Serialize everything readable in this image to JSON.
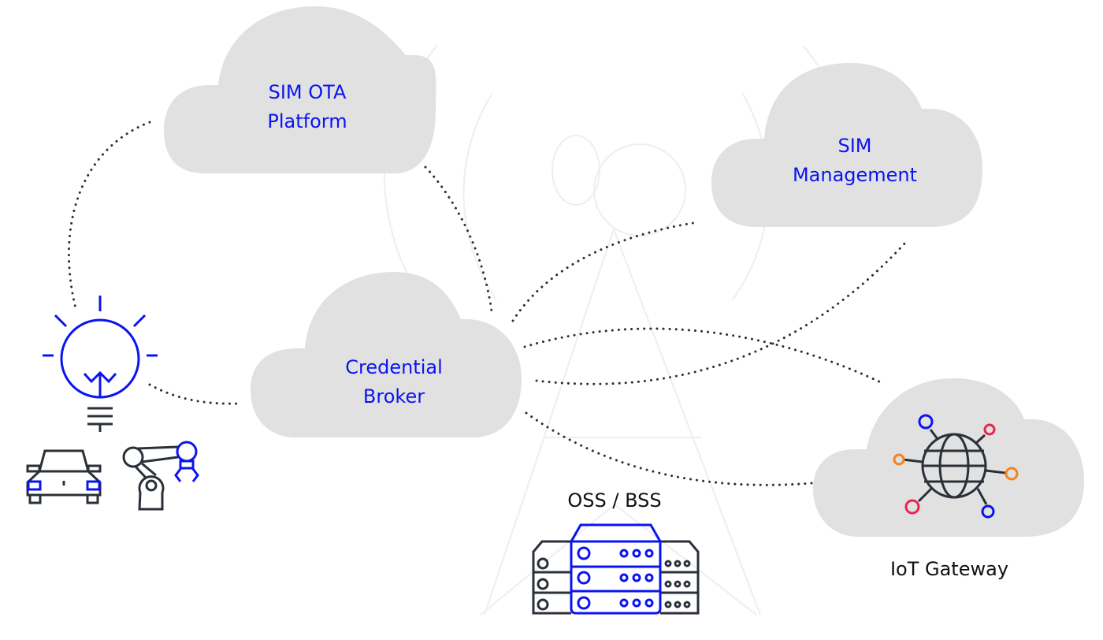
{
  "diagram": {
    "nodes": {
      "sim_ota": {
        "line1": "SIM OTA",
        "line2": "Platform"
      },
      "sim_mgmt": {
        "line1": "SIM",
        "line2": "Management"
      },
      "credential_broker": {
        "line1": "Credential",
        "line2": "Broker"
      },
      "iot_gateway": {
        "label": "IoT Gateway"
      },
      "oss_bss": {
        "label": "OSS / BSS"
      }
    },
    "devices": [
      "lightbulb",
      "car",
      "robotic-arm"
    ],
    "connections": [
      {
        "from": "devices",
        "to": "sim_ota"
      },
      {
        "from": "devices",
        "to": "credential_broker"
      },
      {
        "from": "sim_ota",
        "to": "credential_broker"
      },
      {
        "from": "credential_broker",
        "to": "sim_mgmt"
      },
      {
        "from": "credential_broker",
        "to": "iot_gateway"
      },
      {
        "from": "credential_broker",
        "to": "sim_mgmt"
      },
      {
        "from": "credential_broker",
        "to": "iot_gateway"
      }
    ],
    "colors": {
      "cloud": "#e1e1e1",
      "accent_blue": "#0a14f0",
      "icon_dark": "#2a3038",
      "dots": "#2a3038",
      "bg_lines": "#eeeeee",
      "node_orange": "#f5821f",
      "node_pink": "#e8264f"
    }
  }
}
